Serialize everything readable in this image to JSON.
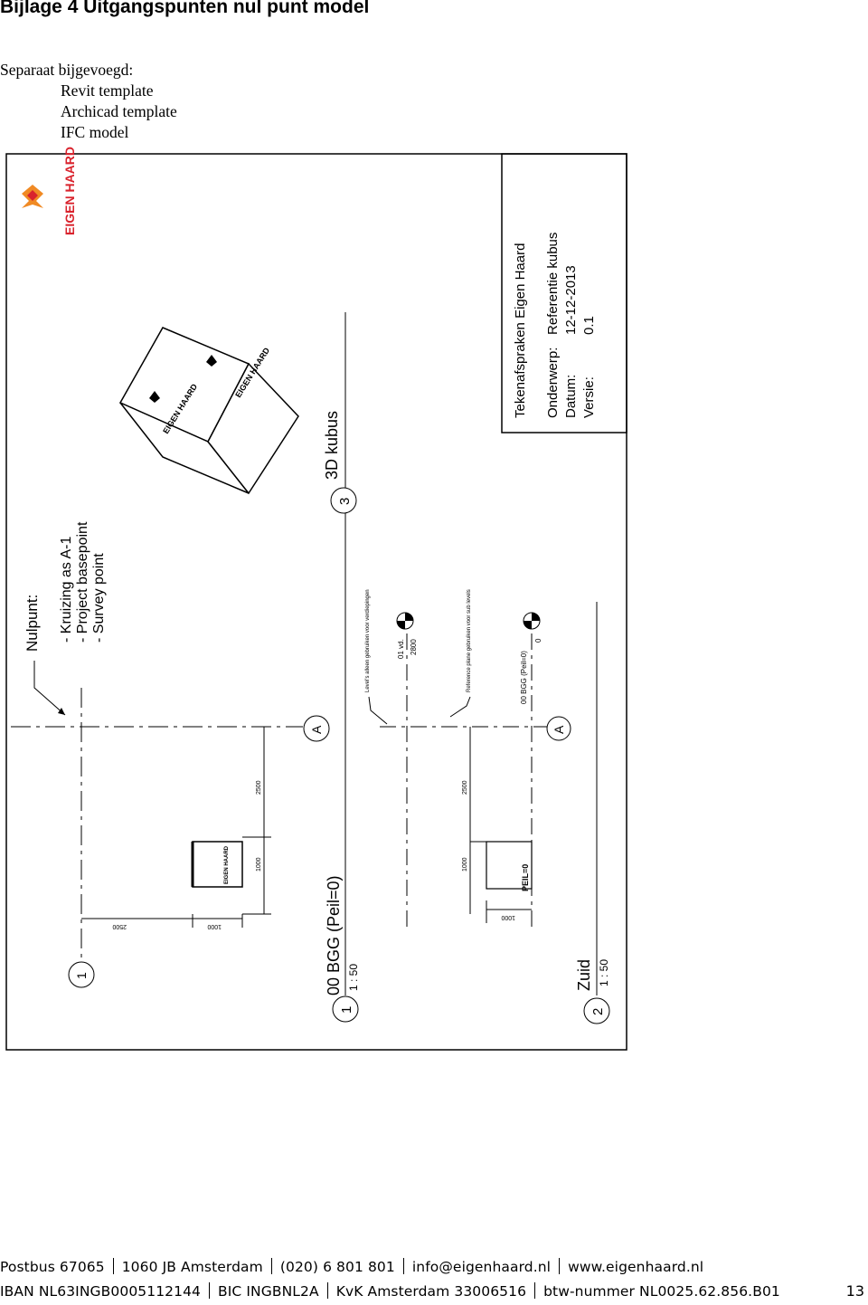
{
  "heading": "Bijlage 4 Uitgangspunten nul punt model",
  "intro": {
    "lead": "Separaat bijgevoegd:",
    "items": [
      "Revit template",
      "Archicad template",
      "IFC model"
    ]
  },
  "drawing": {
    "title_block": {
      "title": "Tekenafspraken Eigen Haard",
      "rows": [
        {
          "label": "Onderwerp:",
          "value": "Referentie kubus"
        },
        {
          "label": "Datum:",
          "value": "12-12-2013"
        },
        {
          "label": "Versie:",
          "value": "0.1"
        }
      ]
    },
    "logo": "EIGEN HAARD",
    "nulpunt": {
      "title": "Nulpunt:",
      "items": [
        "- Kruizing as A-1",
        "- Project basepoint",
        "- Survey point"
      ]
    },
    "views": [
      {
        "number": "1",
        "title": "00 BGG (Peil=0)",
        "scale": "1 : 50"
      },
      {
        "number": "2",
        "title": "Zuid",
        "scale": "1 : 50"
      },
      {
        "number": "3",
        "title": "3D kubus",
        "scale": ""
      }
    ],
    "grid_labels": {
      "axis_number": "1",
      "axis_letter": "A"
    },
    "dimensions": {
      "d2500": "2500",
      "d1000": "1000"
    },
    "levels": {
      "level_note": "Level's alleen gebruiken voor verdiepingen",
      "reference_note": "Reference plane gebruiken voor sub levels",
      "upper_level_name": "01 vd.",
      "upper_level_value": "2800",
      "base_level_name": "00 BGG (Peil=0)",
      "base_level_value": "0",
      "peil_label": "PEIL=0",
      "cube_label": "EIGEN HAARD"
    }
  },
  "footer": {
    "line1": [
      "Postbus 67065",
      "1060 JB Amsterdam",
      "(020) 6 801 801",
      "info@eigenhaard.nl",
      "www.eigenhaard.nl"
    ],
    "line2": [
      "IBAN NL63INGB0005112144",
      "BIC INGBNL2A",
      "KvK Amsterdam 33006516",
      "btw-nummer NL0025.62.856.B01"
    ]
  },
  "page_number": "13",
  "colors": {
    "logo_red": "#d9232d",
    "logo_orange": "#f08a24",
    "ink": "#000000"
  }
}
